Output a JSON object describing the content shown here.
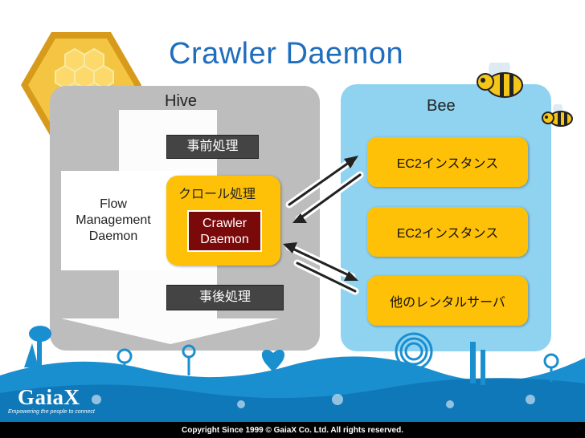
{
  "title": "Crawler Daemon",
  "hive": {
    "label": "Hive"
  },
  "bee": {
    "label": "Bee"
  },
  "pre_process": "事前処理",
  "post_process": "事後処理",
  "flow_daemon": [
    "Flow",
    "Management",
    "Daemon"
  ],
  "crawl_process": "クロール処理",
  "crawler_daemon": [
    "Crawler",
    "Daemon"
  ],
  "instances": [
    "EC2インスタンス",
    "EC2インスタンス",
    "他のレンタルサーバ"
  ],
  "logo": {
    "name": "GaiaX",
    "tagline": "Empowering the people to connect"
  },
  "copyright": "Copyright Since 1999 © GaiaX Co. Ltd. All rights reserved.",
  "colors": {
    "title": "#1f6dbd",
    "hive_panel": "#bdbdbd",
    "bee_panel": "#8fd3f1",
    "accent": "#ffc107",
    "crawler_daemon": "#7a0a0a",
    "footer": "#1a8fd0"
  }
}
